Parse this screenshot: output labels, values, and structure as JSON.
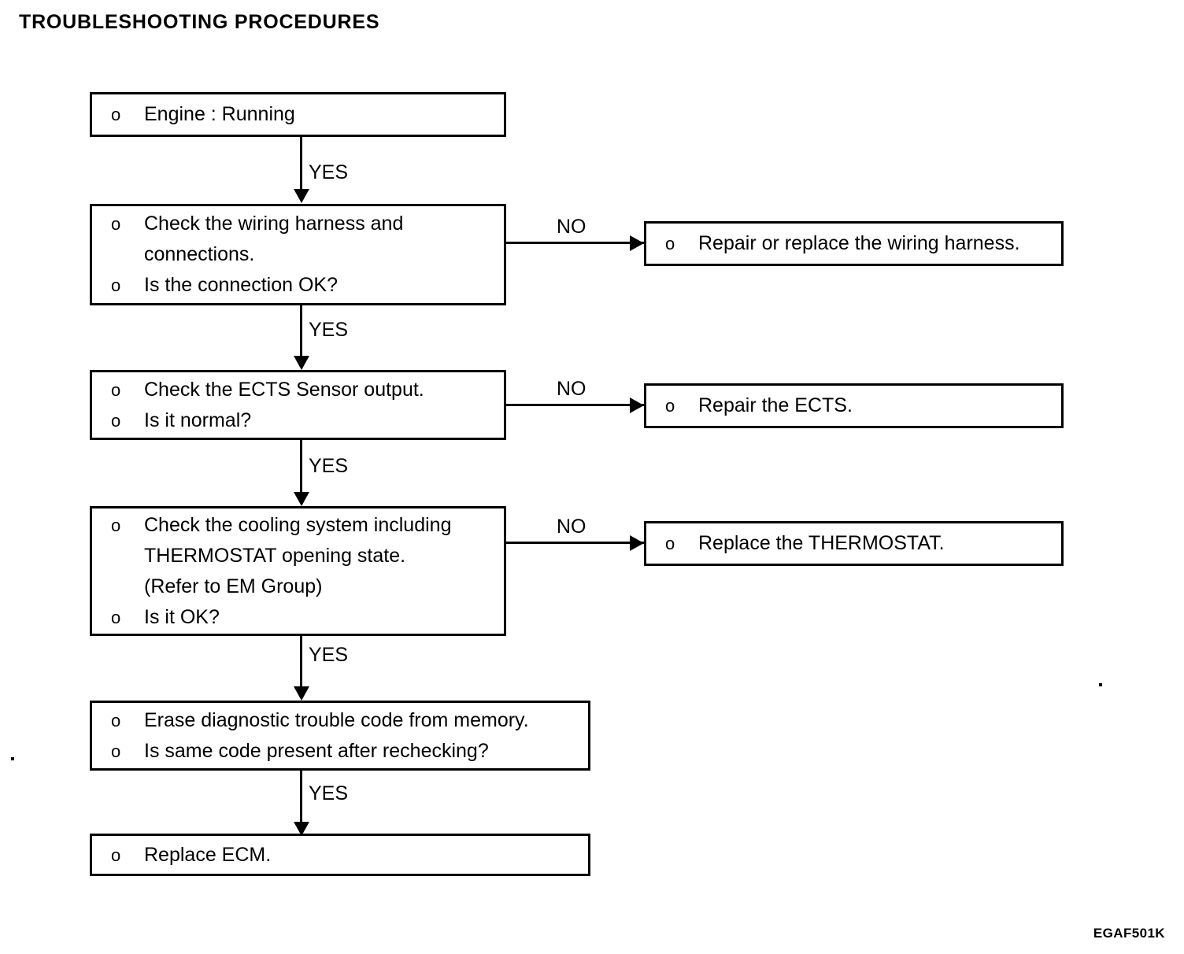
{
  "title": "TROUBLESHOOTING PROCEDURES",
  "footer_code": "EGAF501K",
  "bullet_glyph": "o",
  "edge_labels": {
    "yes": "YES",
    "no": "NO"
  },
  "flow": {
    "steps": [
      {
        "id": "engine-running",
        "lines": [
          {
            "bullet": true,
            "text": "Engine : Running"
          }
        ]
      },
      {
        "id": "check-wiring-harness",
        "lines": [
          {
            "bullet": true,
            "text": "Check the wiring harness and"
          },
          {
            "bullet": false,
            "text": "connections."
          },
          {
            "bullet": true,
            "text": "Is the connection OK?"
          }
        ]
      },
      {
        "id": "check-ects-output",
        "lines": [
          {
            "bullet": true,
            "text": "Check the ECTS Sensor output."
          },
          {
            "bullet": true,
            "text": "Is it normal?"
          }
        ]
      },
      {
        "id": "check-cooling-system",
        "lines": [
          {
            "bullet": true,
            "text": "Check the cooling system including"
          },
          {
            "bullet": false,
            "text": "THERMOSTAT opening state."
          },
          {
            "bullet": false,
            "text": "(Refer to EM Group)"
          },
          {
            "bullet": true,
            "text": "Is it OK?"
          }
        ]
      },
      {
        "id": "erase-dtc",
        "lines": [
          {
            "bullet": true,
            "text": "Erase diagnostic trouble code from memory."
          },
          {
            "bullet": true,
            "text": "Is same code present after rechecking?"
          }
        ]
      },
      {
        "id": "replace-ecm",
        "lines": [
          {
            "bullet": true,
            "text": "Replace ECM."
          }
        ]
      }
    ],
    "actions": [
      {
        "id": "repair-wiring-harness",
        "lines": [
          {
            "bullet": true,
            "text": "Repair or replace the wiring harness."
          }
        ]
      },
      {
        "id": "repair-ects",
        "lines": [
          {
            "bullet": true,
            "text": "Repair the ECTS."
          }
        ]
      },
      {
        "id": "replace-thermostat",
        "lines": [
          {
            "bullet": true,
            "text": "Replace the THERMOSTAT."
          }
        ]
      }
    ]
  }
}
